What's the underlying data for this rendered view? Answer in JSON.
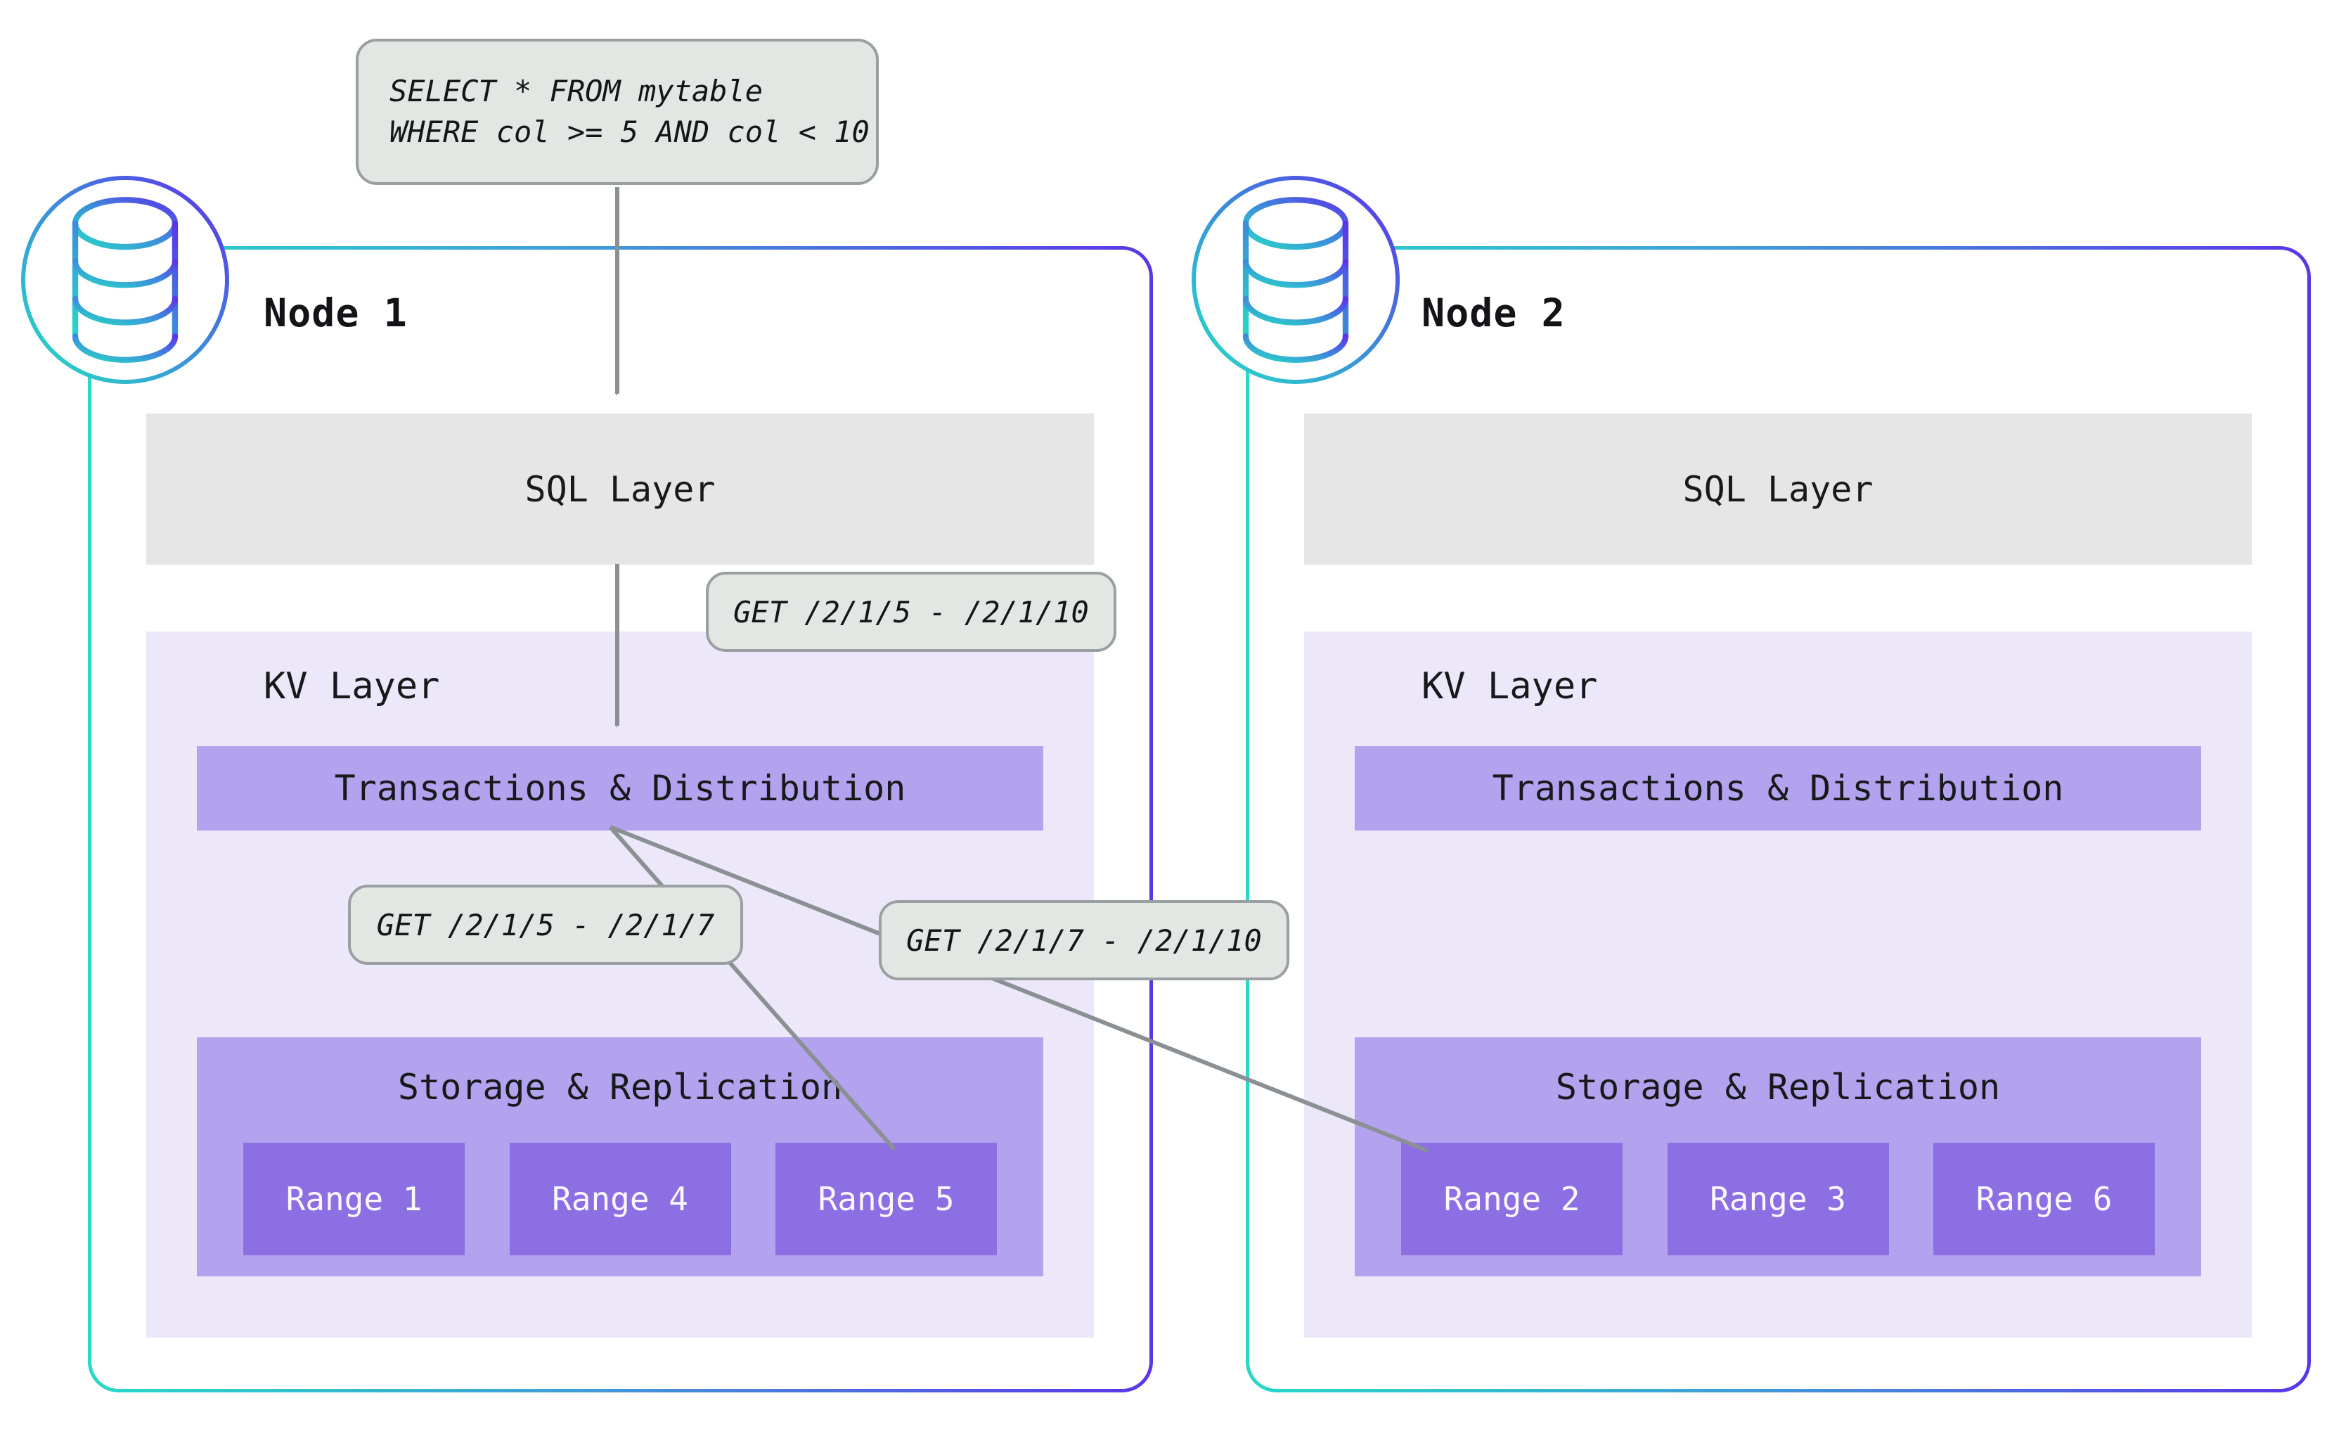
{
  "diagram_title": "Distributed SQL query routing across CockroachDB-style nodes",
  "query_box": {
    "line1": "SELECT * FROM mytable",
    "line2": "WHERE col >= 5 AND col < 10"
  },
  "labels": {
    "get_full": "GET /2/1/5 - /2/1/10",
    "get_left": "GET /2/1/5 - /2/1/7",
    "get_right": "GET /2/1/7 - /2/1/10"
  },
  "nodes": [
    {
      "title": "Node 1",
      "sql_layer": "SQL Layer",
      "kv_layer": "KV Layer",
      "transactions": "Transactions & Distribution",
      "storage": "Storage & Replication",
      "ranges": [
        "Range 1",
        "Range 4",
        "Range 5"
      ]
    },
    {
      "title": "Node 2",
      "sql_layer": "SQL Layer",
      "kv_layer": "KV Layer",
      "transactions": "Transactions & Distribution",
      "storage": "Storage & Replication",
      "ranges": [
        "Range 2",
        "Range 3",
        "Range 6"
      ]
    }
  ],
  "icons": {
    "database": "database-cylinder-icon"
  },
  "colors": {
    "gradient_teal": "#27d9c6",
    "gradient_purple": "#5b35e8",
    "sql_layer_gray": "#e5e6e5",
    "kv_layer_bg": "#ece8fa",
    "bar_purple": "#b3a2ee",
    "range_purple": "#8b6fe3",
    "bubble_bg": "#e4e6e4",
    "bubble_border": "#9aa0a2",
    "arrow_gray": "#8a9094",
    "text_dark": "#17191b",
    "range_text": "#faf8ff"
  }
}
